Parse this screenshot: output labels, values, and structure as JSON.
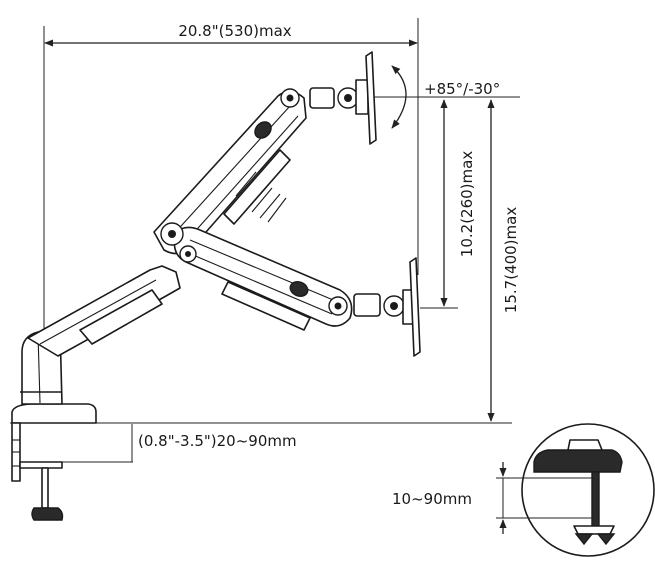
{
  "dimensions": {
    "max_reach": "20.8\"(530)max",
    "tilt": "+85°/-30°",
    "height_adjust": "10.2(260)max",
    "max_height": "15.7(400)max",
    "desk_thickness": "(0.8\"-3.5\")20~90mm",
    "clamp_range": "10~90mm"
  },
  "colors": {
    "line": "#1b1b1b",
    "background": "#ffffff"
  }
}
